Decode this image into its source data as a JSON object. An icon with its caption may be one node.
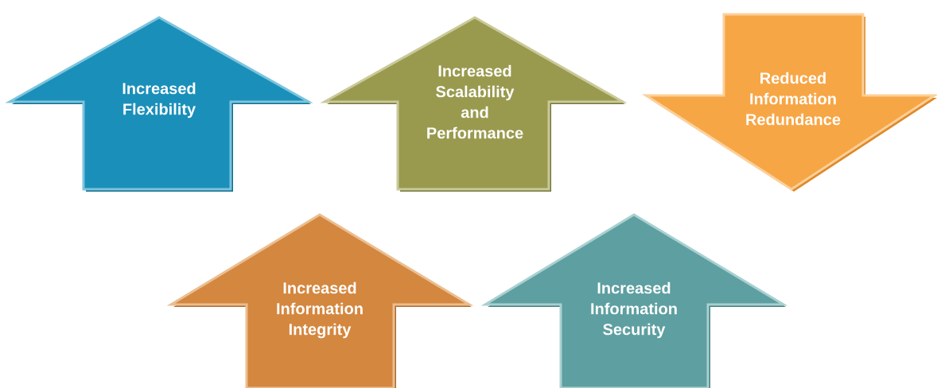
{
  "diagram": {
    "nodes": [
      {
        "text": [
          "Increased Flexibility"
        ]
      },
      {
        "text": [
          "Increased Scalability and Performance"
        ]
      },
      {
        "text": [
          "Reduced Information Redundance"
        ]
      },
      {
        "text": [
          "Increased Information Integrity"
        ]
      },
      {
        "text": [
          "Increased Information Security"
        ]
      }
    ]
  }
}
